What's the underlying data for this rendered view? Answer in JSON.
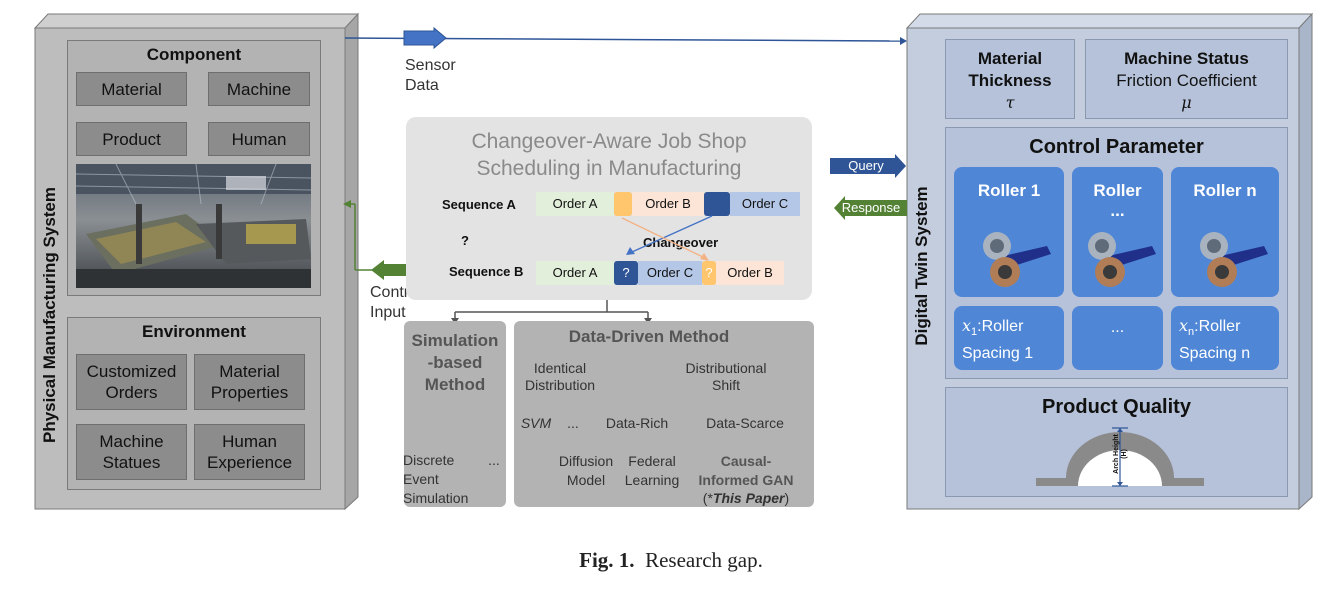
{
  "physical": {
    "title": "Physical Manufacturing System",
    "component": {
      "title": "Component",
      "items": [
        "Material",
        "Machine",
        "Product",
        "Human"
      ]
    },
    "environment": {
      "title": "Environment",
      "items": [
        "Customized Orders",
        "Material Properties",
        "Machine Statues",
        "Human Experience"
      ]
    }
  },
  "flows": {
    "sensor_data": [
      "Sensor",
      "Data"
    ],
    "control_input": [
      "Control",
      "Input"
    ],
    "query": "Query",
    "response": "Response"
  },
  "scheduling": {
    "title": [
      "Changeover-Aware Job Shop",
      "Scheduling in Manufacturing"
    ],
    "seq_a_label": "Sequence A",
    "seq_b_label": "Sequence B",
    "question_mark": "?",
    "changeover": "Changeover",
    "seq_a": [
      "Order A",
      "Order B",
      "Order C"
    ],
    "seq_b": [
      "Order A",
      "?",
      "Order C",
      "?",
      "Order B"
    ]
  },
  "methods": {
    "simulation": {
      "title": [
        "Simulation",
        "-based",
        "Method"
      ],
      "leaf1": [
        "Discrete",
        "Event",
        "Simulation"
      ],
      "leaf2": "..."
    },
    "data_driven": {
      "title": "Data-Driven Method",
      "identical": [
        "Identical",
        "Distribution"
      ],
      "shift": [
        "Distributional",
        "Shift"
      ],
      "svm": "SVM",
      "ellipsis": "...",
      "data_rich": "Data-Rich",
      "data_scarce": "Data-Scarce",
      "diffusion": [
        "Diffusion",
        "Model"
      ],
      "federal": [
        "Federal",
        "Learning"
      ],
      "causal": [
        "Causal-",
        "Informed GAN"
      ],
      "this_paper_open": "(*",
      "this_paper": "This Paper",
      "this_paper_close": ")"
    }
  },
  "twin": {
    "title": "Digital Twin System",
    "thickness": {
      "title": [
        "Material",
        "Thickness"
      ],
      "symbol": "τ"
    },
    "status": {
      "title": "Machine Status",
      "sub": "Friction Coefficient",
      "symbol": "μ"
    },
    "control": {
      "title": "Control Parameter",
      "rollers": [
        "Roller 1",
        "Roller",
        "...",
        "Roller n"
      ],
      "spacing1_var": "x",
      "spacing1_sub": "1",
      "spacing1_text": ":Roller",
      "spacing1_text2": "Spacing 1",
      "spacing_mid": "...",
      "spacingn_var": "x",
      "spacingn_sub": "n",
      "spacingn_text": ":Roller",
      "spacingn_text2": "Spacing n"
    },
    "quality": {
      "title": "Product Quality",
      "arch_label": [
        "Arch Height",
        "(H)"
      ]
    }
  },
  "caption": {
    "prefix": "Fig. 1.",
    "text": "Research gap."
  },
  "colors": {
    "panel_gray": "#b3b3b3",
    "box_gray": "#8c8c8c",
    "twin_blue": "#4f86d6",
    "twin_panel": "#b5c2d9",
    "arrow_blue": "#2e5597",
    "arrow_green": "#548235",
    "order_a": "#e2efda",
    "order_b": "#fce4d6",
    "order_c": "#b4c7e7"
  }
}
